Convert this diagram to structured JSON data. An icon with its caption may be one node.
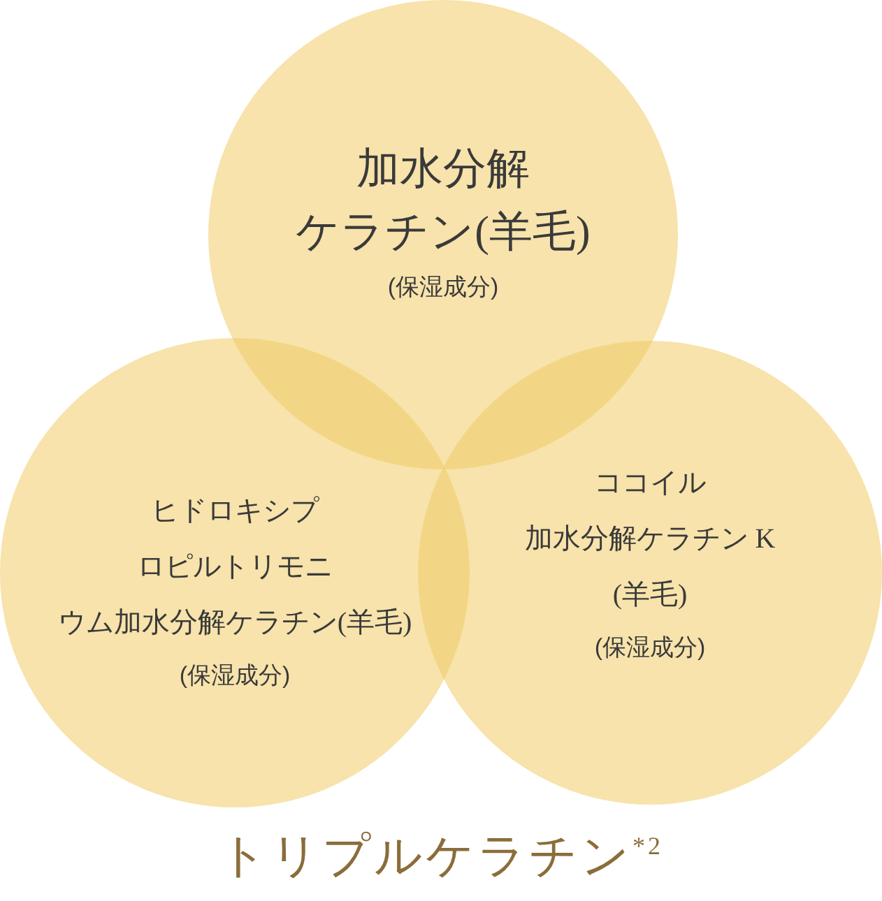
{
  "diagram": {
    "caption": "トリプルケラチン$^{*2}$",
    "nodes": [
      {
        "text": [
          "加水分解ケラチン(羊毛)",
          "(保湿成分)"
        ]
      },
      {
        "text": [
          "ヒドロキシプロピルトリモニウム加水分解ケラチン(羊毛)",
          "(保湿成分)"
        ]
      },
      {
        "text": [
          "ココイル加水分解ケラチン K(羊毛)",
          "(保湿成分)"
        ]
      }
    ]
  }
}
